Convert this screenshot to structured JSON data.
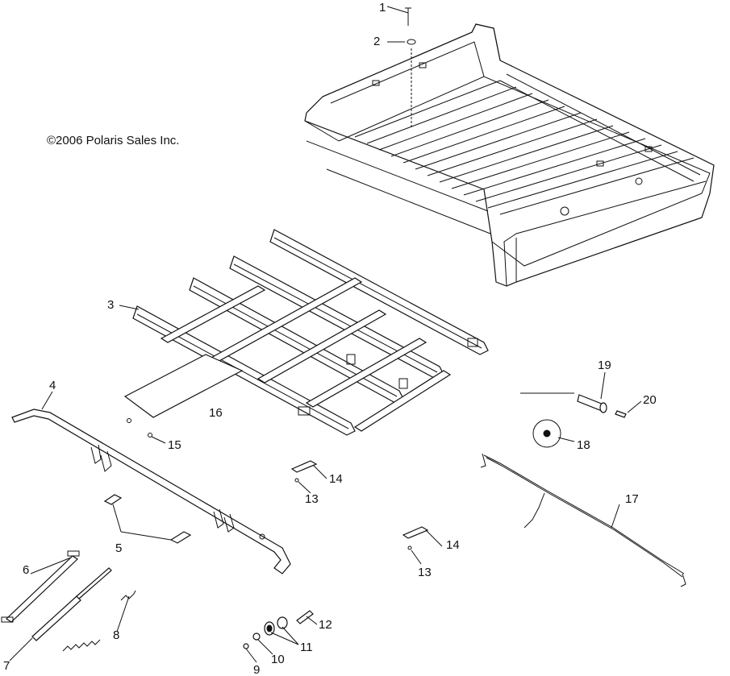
{
  "copyright": "©2006 Polaris Sales Inc.",
  "labels": [
    "1",
    "2",
    "3",
    "4",
    "5",
    "6",
    "7",
    "8",
    "9",
    "10",
    "11",
    "12",
    "13",
    "13",
    "14",
    "14",
    "15",
    "16",
    "17",
    "18",
    "19",
    "20"
  ]
}
